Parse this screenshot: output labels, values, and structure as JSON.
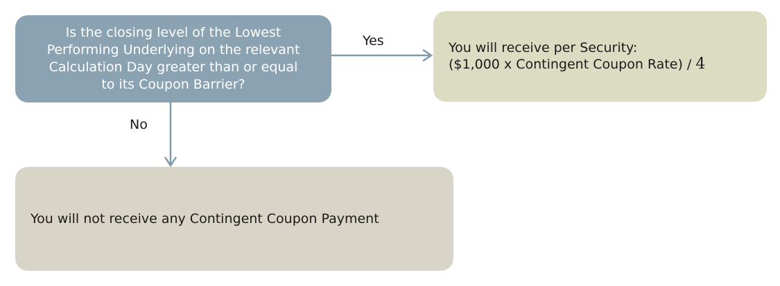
{
  "question": {
    "lines": [
      "Is the closing level of the Lowest",
      "Performing Underlying on the relevant",
      "Calculation Day greater than or equal",
      "to its Coupon Barrier?"
    ]
  },
  "yes_branch": {
    "label": "Yes",
    "line1": "You will receive per Security:",
    "line2": "($1,000 x Contingent Coupon Rate) /",
    "divisor": "4"
  },
  "no_branch": {
    "label": "No",
    "text": "You will not receive any Contingent Coupon Payment"
  },
  "colors": {
    "question_fill": "#8aa2b1",
    "yes_fill": "#dcdcc3",
    "no_fill": "#d8d5c8",
    "arrow": "#7f9aad"
  }
}
